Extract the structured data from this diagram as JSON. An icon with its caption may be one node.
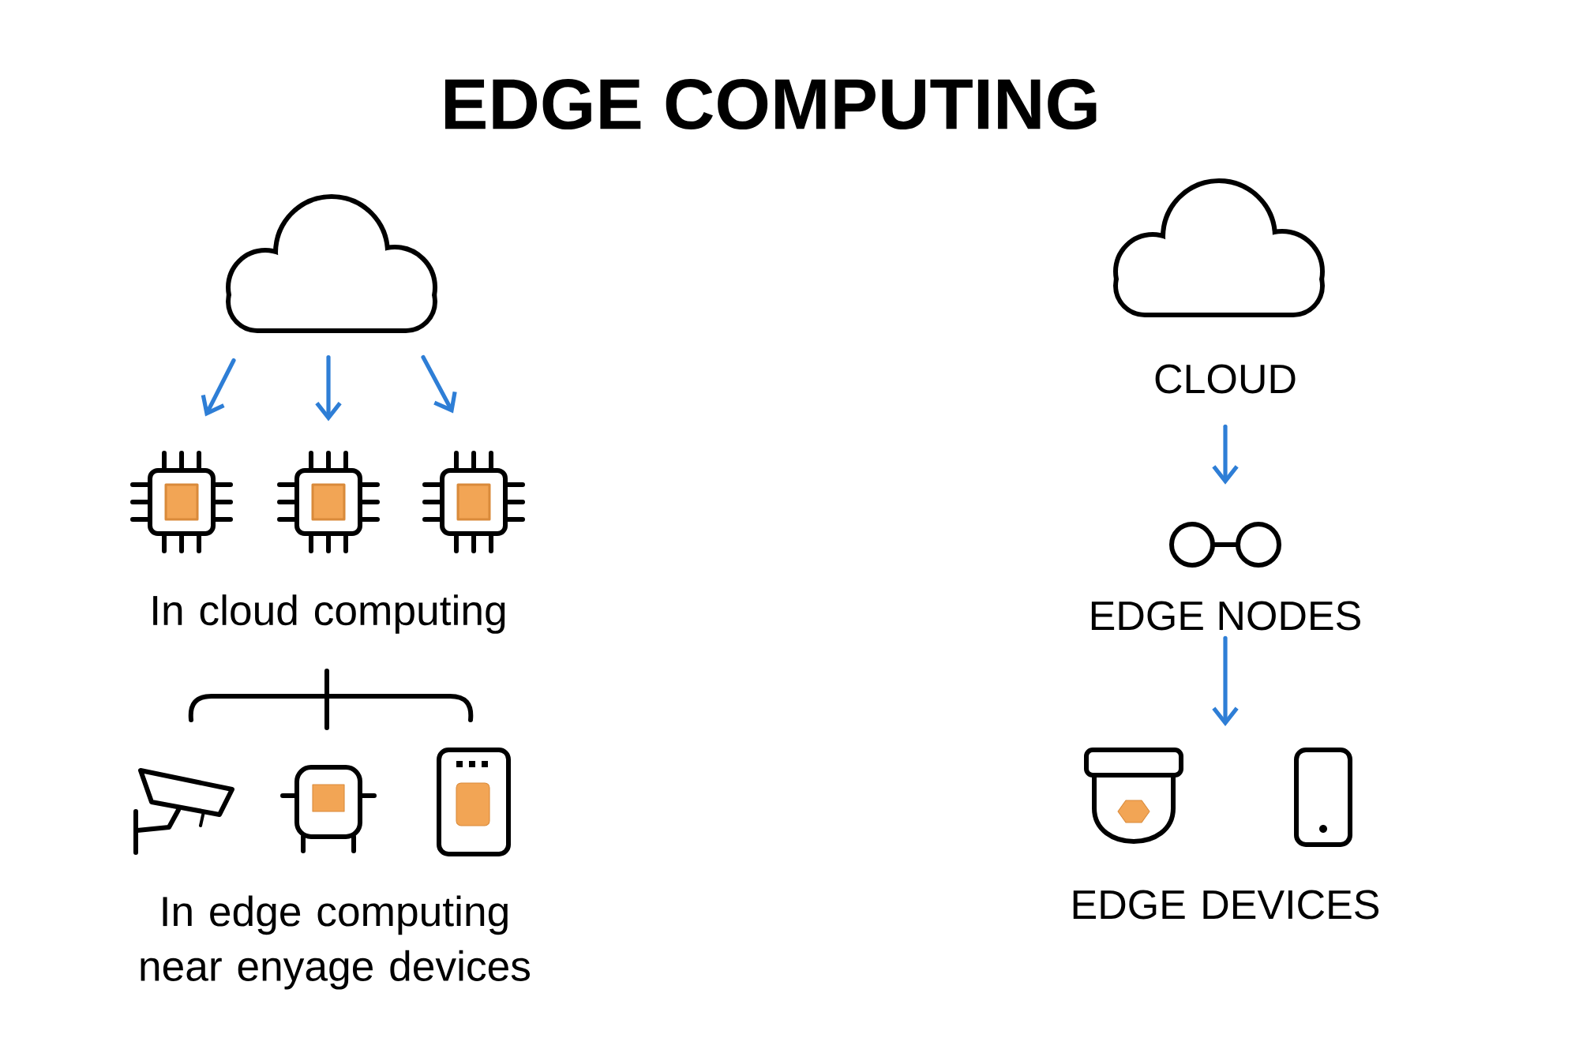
{
  "diagram": {
    "title": "EDGE COMPUTING",
    "nodes": [
      {
        "text": [],
        "shape": "cloud"
      },
      {
        "text": [],
        "shape": "chip"
      },
      {
        "text": [],
        "shape": "chip"
      },
      {
        "text": [],
        "shape": "chip"
      },
      {
        "text": [
          "CLOUD"
        ]
      },
      {
        "text": [
          "EDGE NODES"
        ]
      },
      {
        "text": [],
        "shape": "camera"
      },
      {
        "text": [],
        "shape": "device"
      },
      {
        "text": [],
        "shape": "tablet"
      },
      {
        "text": [],
        "shape": "camera"
      },
      {
        "text": [],
        "shape": "phone"
      }
    ],
    "edges": [
      {
        "from": 0,
        "to": 1,
        "arrow": "to"
      },
      {
        "from": 0,
        "to": 2,
        "arrow": "to"
      },
      {
        "from": 0,
        "to": 3,
        "arrow": "to"
      },
      {
        "from": 4,
        "to": 5,
        "arrow": "to"
      },
      {
        "from": 5,
        "to": null,
        "arrow": "to"
      }
    ],
    "labels": [
      "In cloud computing",
      "In edge computing near enyage devices",
      "EDGE DEVICES"
    ]
  }
}
